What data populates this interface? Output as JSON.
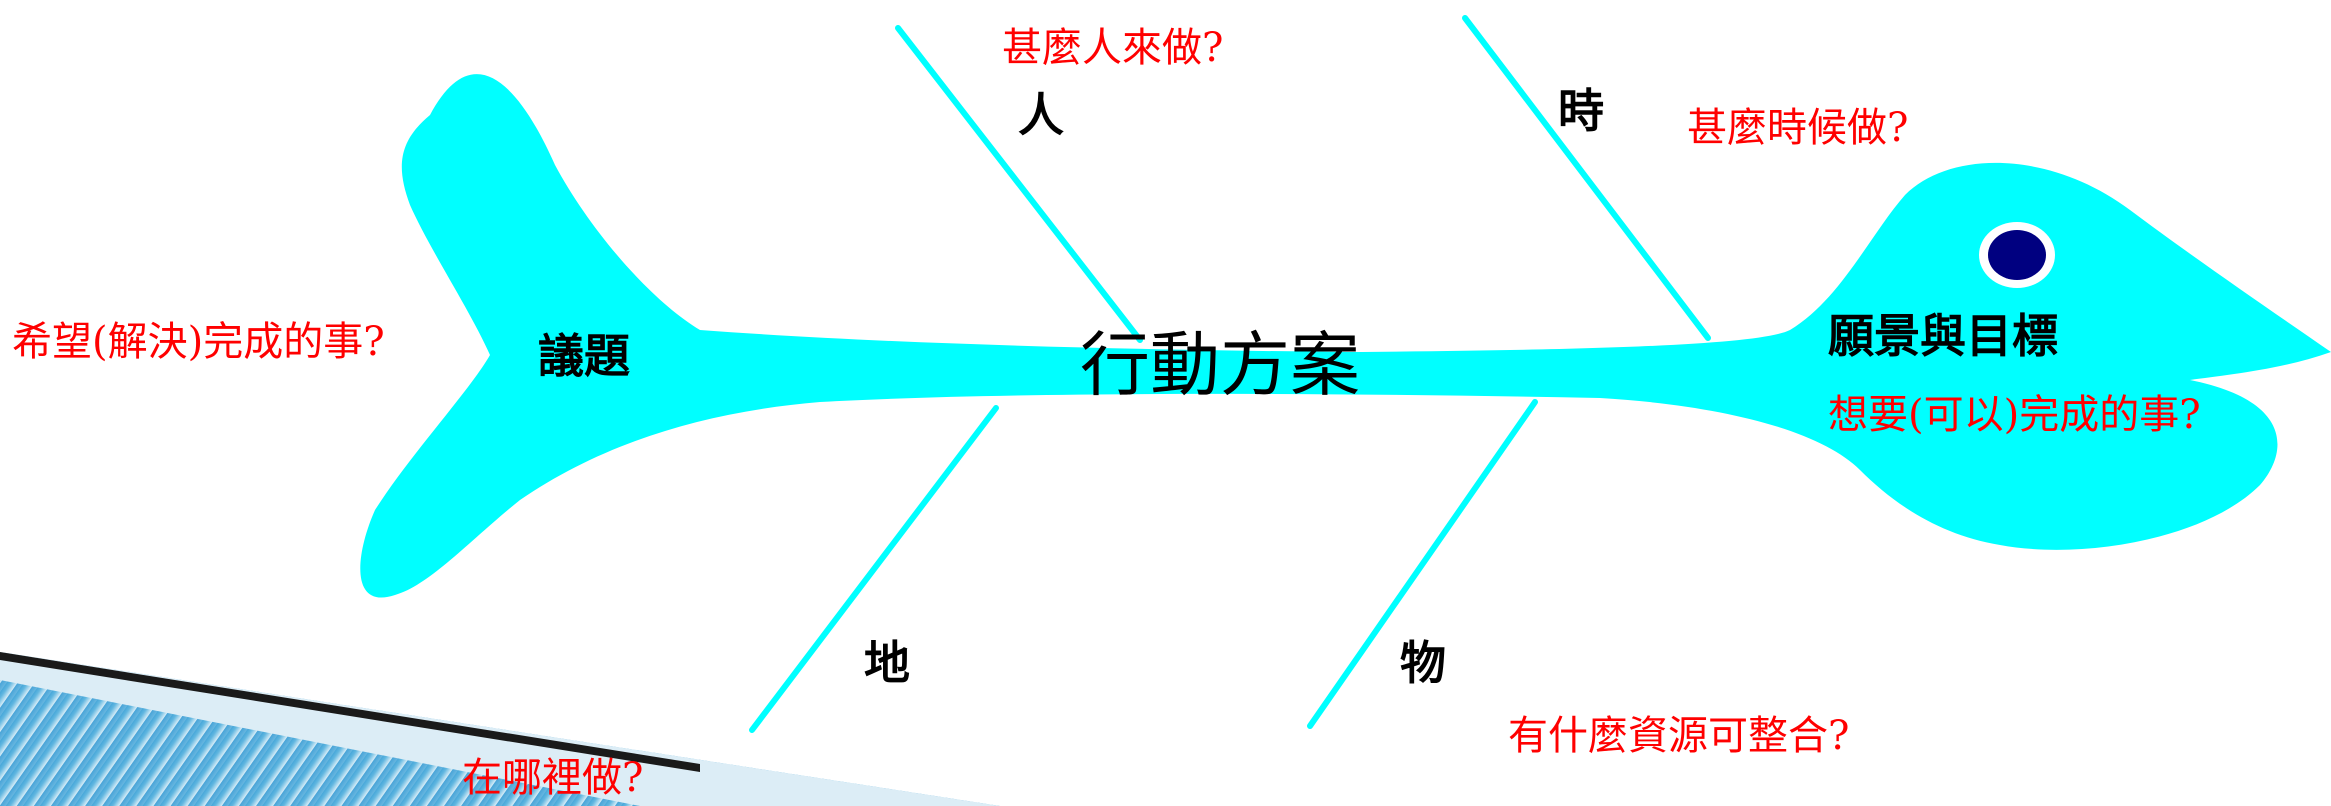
{
  "diagram": {
    "center_label": "行動方案",
    "tail_label": "議題",
    "head_label": "願景與目標",
    "branches": {
      "person": {
        "label": "人",
        "question": "甚麼人來做?"
      },
      "time": {
        "label": "時",
        "question": "甚麼時候做?"
      },
      "place": {
        "label": "地",
        "question": "在哪裡做?"
      },
      "thing": {
        "label": "物",
        "question": "有什麼資源可整合?"
      }
    },
    "tail_question": "希望(解決)完成的事?",
    "head_question": "想要(可以)完成的事?"
  },
  "colors": {
    "fish": "#00FFFF",
    "question_text": "#FF0000",
    "eye": "#000080",
    "eye_ring": "#FFFFFF"
  }
}
